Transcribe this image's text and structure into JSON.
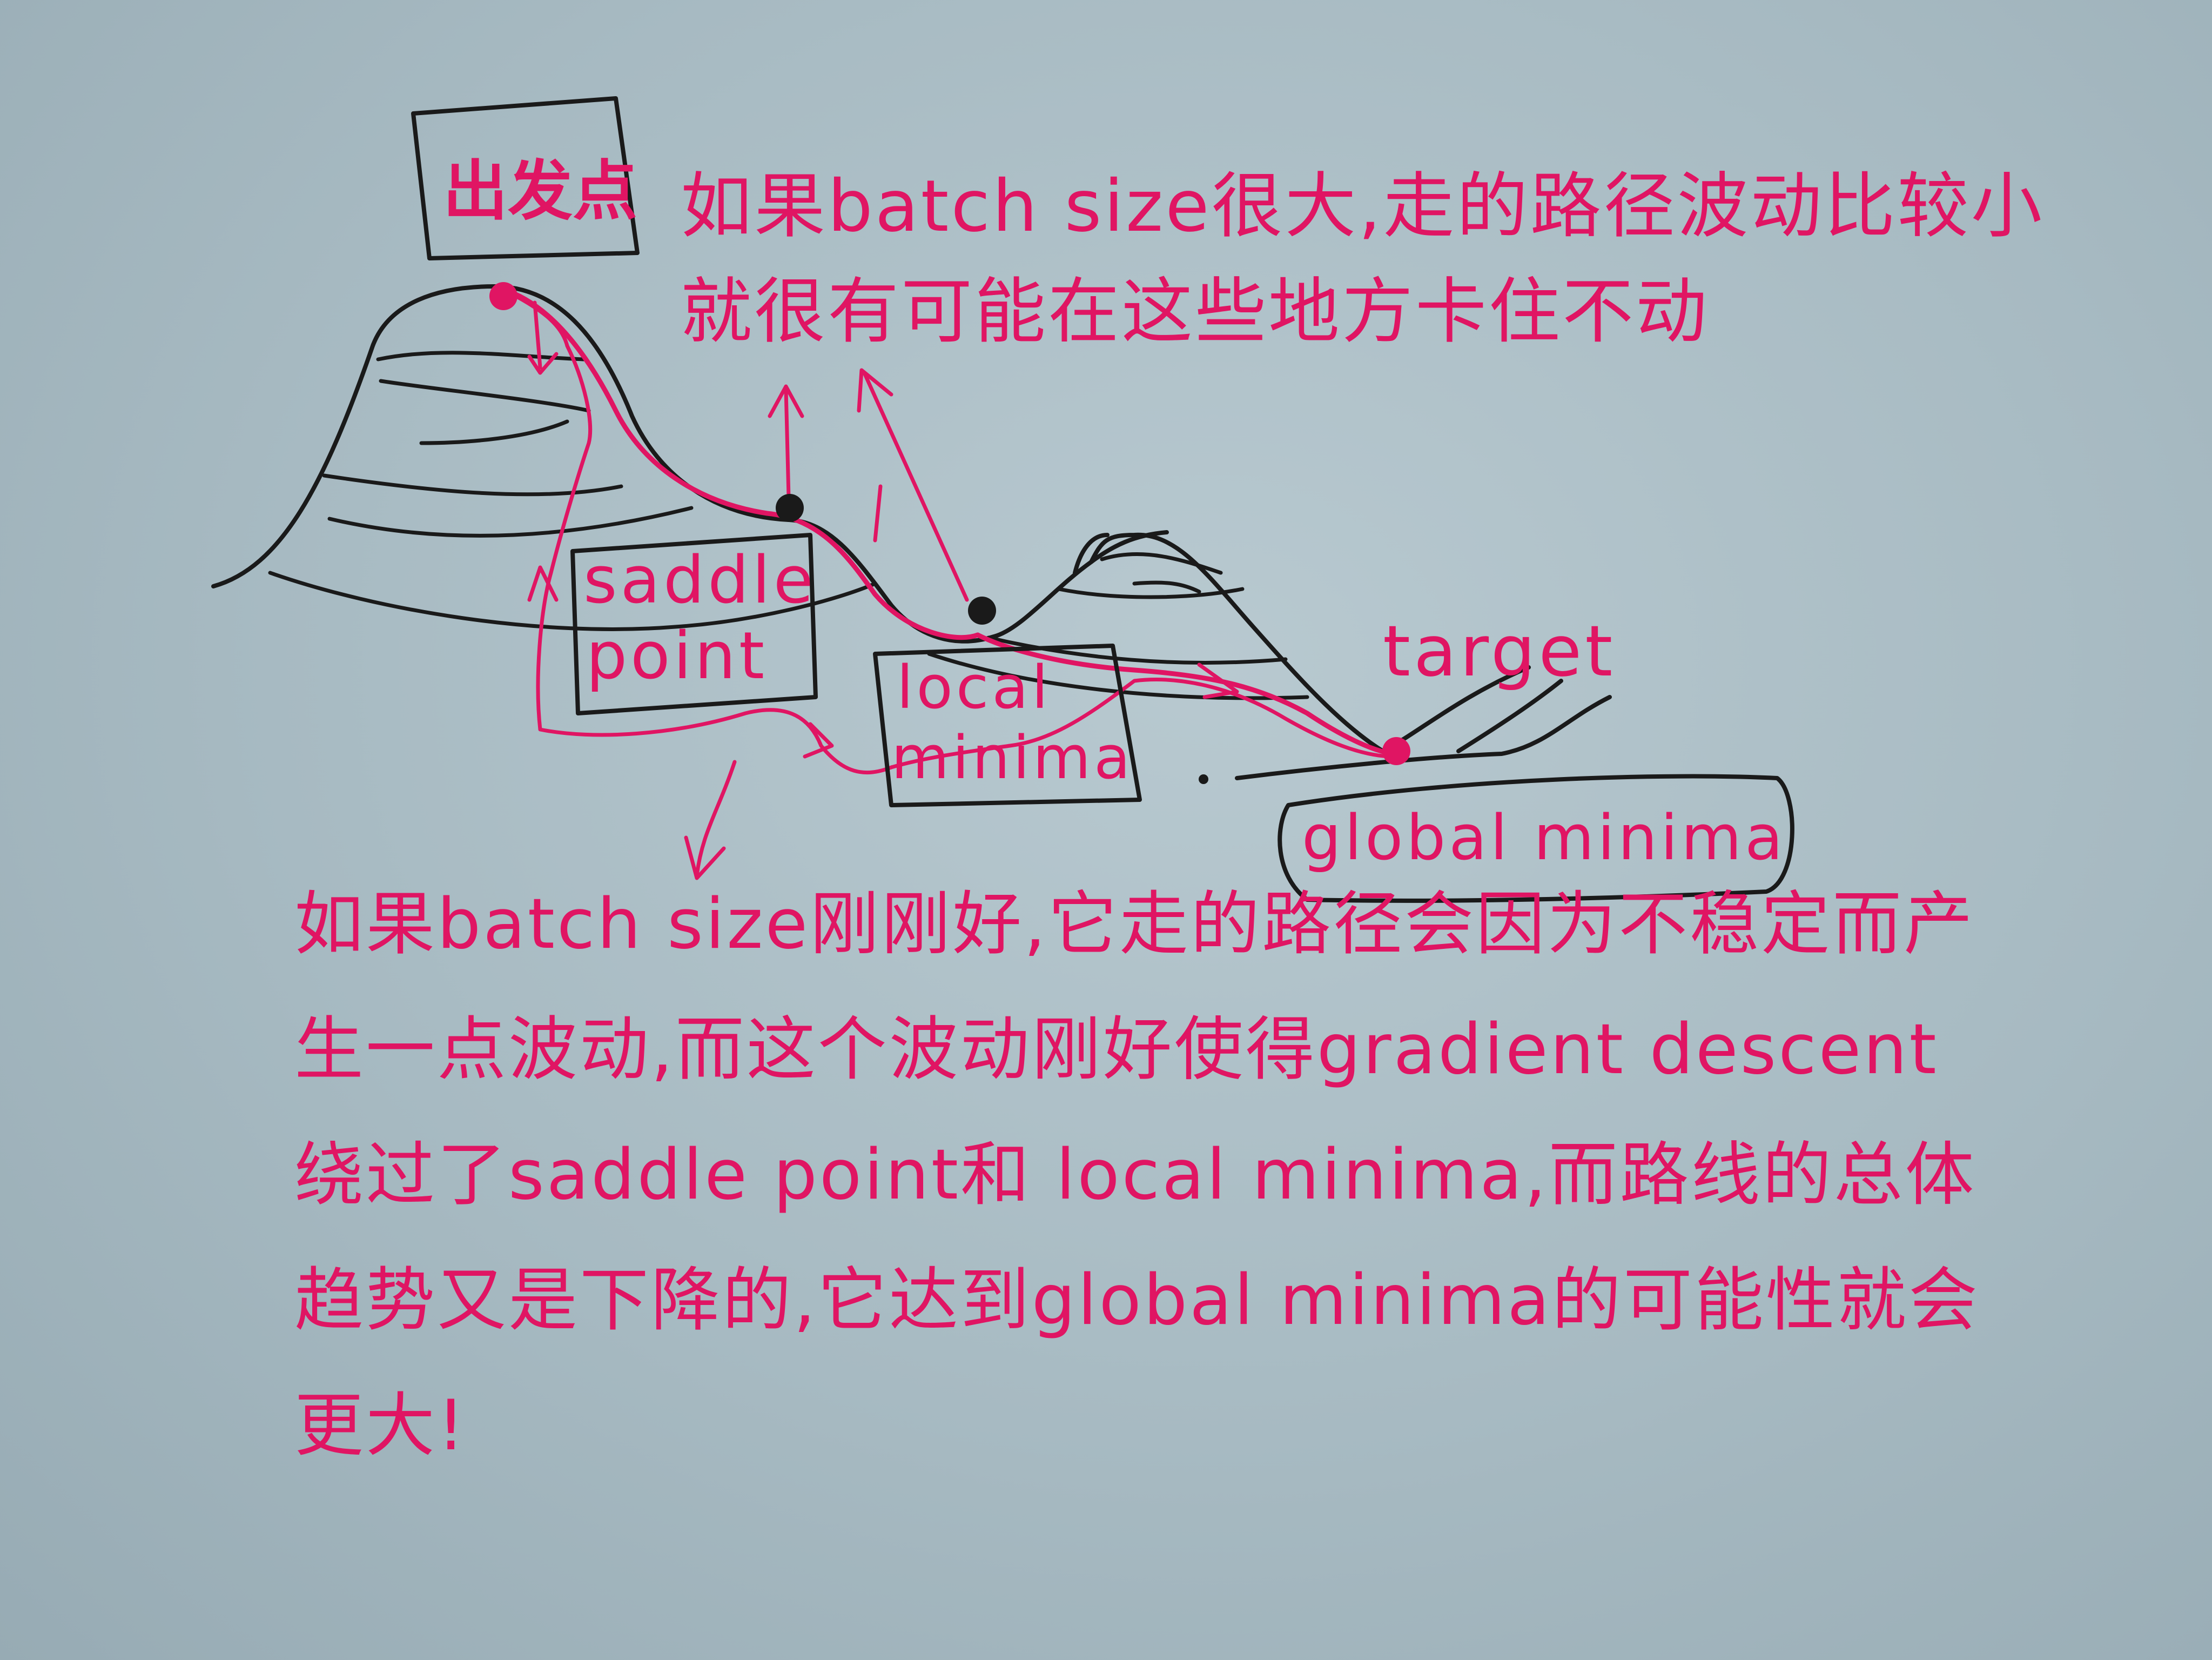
{
  "labels": {
    "start": "出发点",
    "saddle_line1": "saddle",
    "saddle_line2": "point",
    "local_line1": "local",
    "local_line2": "minima",
    "target": "target",
    "global": "global minima"
  },
  "notes": {
    "top": "如果batch size很大,走的路径波动比较小就很有可能在这些地方卡住不动",
    "bottom": "如果batch size刚刚好,它走的路径会因为不稳定而产生一点波动,而这个波动刚好使得gradient descent 绕过了saddle point和 local minima,而路线的总体趋势又是下降的,它达到global minima的可能性就会更大!"
  },
  "colors": {
    "paper": "#a9bcc4",
    "ink_red": "#e01563",
    "ink_black": "#1a1a1a"
  }
}
